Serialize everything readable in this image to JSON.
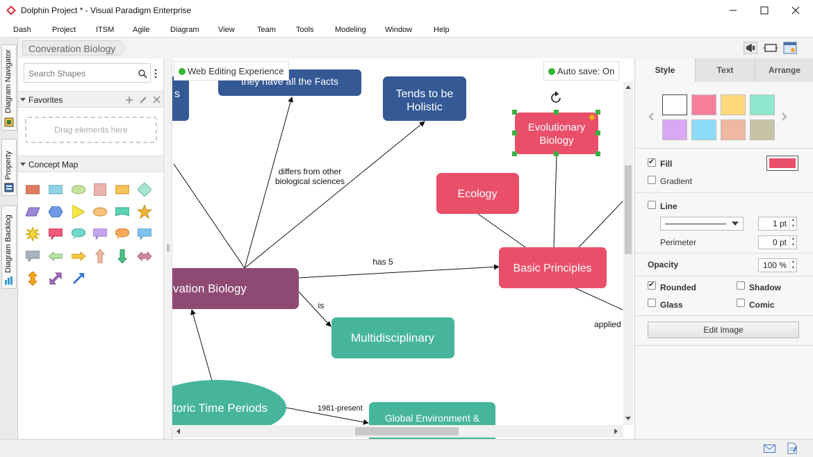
{
  "window": {
    "title": "Dolphin Project * - Visual Paradigm Enterprise"
  },
  "menu": [
    "Dash",
    "Project",
    "ITSM",
    "Agile",
    "Diagram",
    "View",
    "Team",
    "Tools",
    "Modeling",
    "Window",
    "Help"
  ],
  "left_tabs": [
    "Diagram Navigator",
    "Property",
    "Diagram Backlog"
  ],
  "breadcrumb": "Converation Biology",
  "shapes_panel": {
    "search_placeholder": "Search Shapes",
    "favorites_title": "Favorites",
    "dropzone_text": "Drag elements here",
    "concept_map_title": "Concept Map"
  },
  "canvas": {
    "web_editing": "Web Editing Experience",
    "autosave": "Auto save: On",
    "nodes": {
      "facts_partial": "they have all the Facts",
      "s_partial": "s",
      "holistic": [
        "Tends to be",
        "Holistic"
      ],
      "evolutionary": [
        "Evolutionary",
        "Biology"
      ],
      "ecology": "Ecology",
      "basic_principles": "Basic Principles",
      "conservation_partial": "vation Biology",
      "multidisciplinary": "Multidisciplinary",
      "historic_partial": "toric Time Periods",
      "global_env": "Global Environment &"
    },
    "edge_labels": {
      "differs": [
        "differs from other",
        "biological sciences"
      ],
      "has5": "has 5",
      "is": "is",
      "applied": "applied",
      "period": "1981-present"
    }
  },
  "right_panel": {
    "tabs": [
      "Style",
      "Text",
      "Arrange"
    ],
    "swatches": [
      "#ffffff",
      "#f77f9a",
      "#ffd97a",
      "#8fe7cf",
      "#d9a8f5",
      "#8bdcf7",
      "#f0b8a2",
      "#c7c3a7"
    ],
    "fill_label": "Fill",
    "fill_color": "#ea4f6a",
    "gradient_label": "Gradient",
    "line_label": "Line",
    "line_width": "1 pt",
    "perimeter_label": "Perimeter",
    "perimeter_value": "0 pt",
    "opacity_label": "Opacity",
    "opacity_value": "100 %",
    "rounded_label": "Rounded",
    "shadow_label": "Shadow",
    "glass_label": "Glass",
    "comic_label": "Comic",
    "edit_image": "Edit Image"
  },
  "colors": {
    "node_red": "#ea4f6a",
    "node_blue": "#345995",
    "node_teal": "#47b59b",
    "node_purple": "#8e4a73"
  }
}
